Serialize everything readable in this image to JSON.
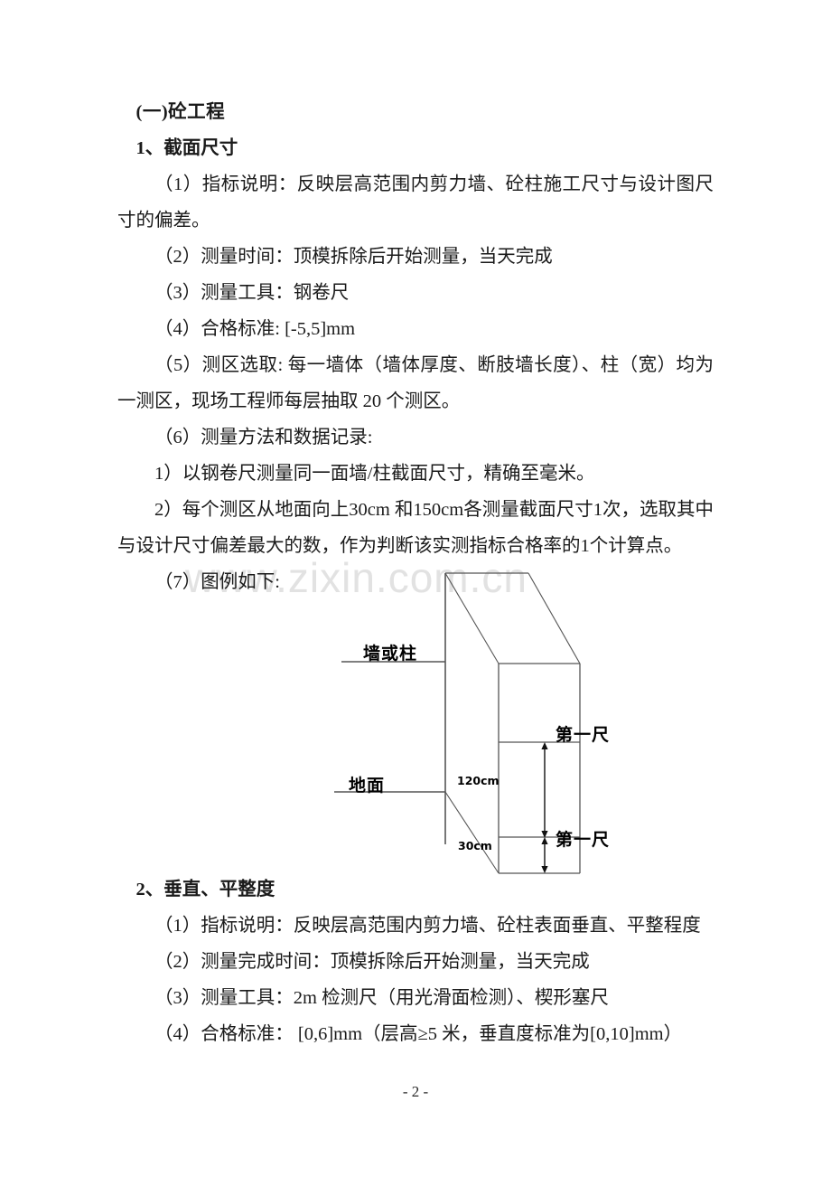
{
  "document": {
    "watermark": "www.zixin.com.cn",
    "page_number": "- 2 -",
    "sections": [
      {
        "id": "heading_section",
        "style": "bold",
        "text": "(一)砼工程"
      },
      {
        "id": "heading_item1",
        "style": "bold",
        "text": "1、截面尺寸"
      },
      {
        "id": "item_1_1",
        "style": "indent",
        "text": "（1）指标说明：反映层高范围内剪力墙、砼柱施工尺寸与设计图尺寸的偏差。"
      },
      {
        "id": "item_1_2",
        "style": "indent",
        "text": "（2）测量时间：顶模拆除后开始测量，当天完成"
      },
      {
        "id": "item_1_3",
        "style": "indent",
        "text": "（3）测量工具：钢卷尺"
      },
      {
        "id": "item_1_4",
        "style": "indent",
        "text": "（4）合格标准: [-5,5]mm"
      },
      {
        "id": "item_1_5",
        "style": "indent",
        "text": "（5）测区选取: 每一墙体（墙体厚度、断肢墙长度）、柱（宽）均为一测区，现场工程师每层抽取 20 个测区。"
      },
      {
        "id": "item_1_6",
        "style": "indent",
        "text": "（6）测量方法和数据记录:"
      },
      {
        "id": "item_1_6_1",
        "style": "indent",
        "text": "1）以钢卷尺测量同一面墙/柱截面尺寸，精确至毫米。"
      },
      {
        "id": "item_1_6_2",
        "style": "indent",
        "text": "2）每个测区从地面向上30cm 和150cm各测量截面尺寸1次，选取其中与设计尺寸偏差最大的数，作为判断该实测指标合格率的1个计算点。"
      },
      {
        "id": "item_1_7",
        "style": "indent",
        "text": "（7）图例如下:"
      },
      {
        "id": "heading_item2",
        "style": "bold",
        "text": "2、垂直、平整度"
      },
      {
        "id": "item_2_1",
        "style": "indent",
        "text": "（1）指标说明：反映层高范围内剪力墙、砼柱表面垂直、平整程度"
      },
      {
        "id": "item_2_2",
        "style": "indent",
        "text": "（2）测量完成时间：顶模拆除后开始测量，当天完成"
      },
      {
        "id": "item_2_3",
        "style": "indent",
        "text": "（3）测量工具：2m 检测尺（用光滑面检测）、楔形塞尺"
      },
      {
        "id": "item_2_4",
        "style": "indent",
        "text": "（4）合格标准： [0,6]mm（层高≥5 米，垂直度标准为[0,10]mm）"
      }
    ],
    "diagram": {
      "name": "wall-column-measurement-figure",
      "labels": {
        "wall_or_column": "墙或柱",
        "ground": "地面",
        "ruler_upper": "第一尺",
        "ruler_lower": "第一尺",
        "dim_upper": "120cm",
        "dim_lower": "30cm"
      },
      "stroke_color": "#555555",
      "accent_color": "#000000"
    }
  }
}
